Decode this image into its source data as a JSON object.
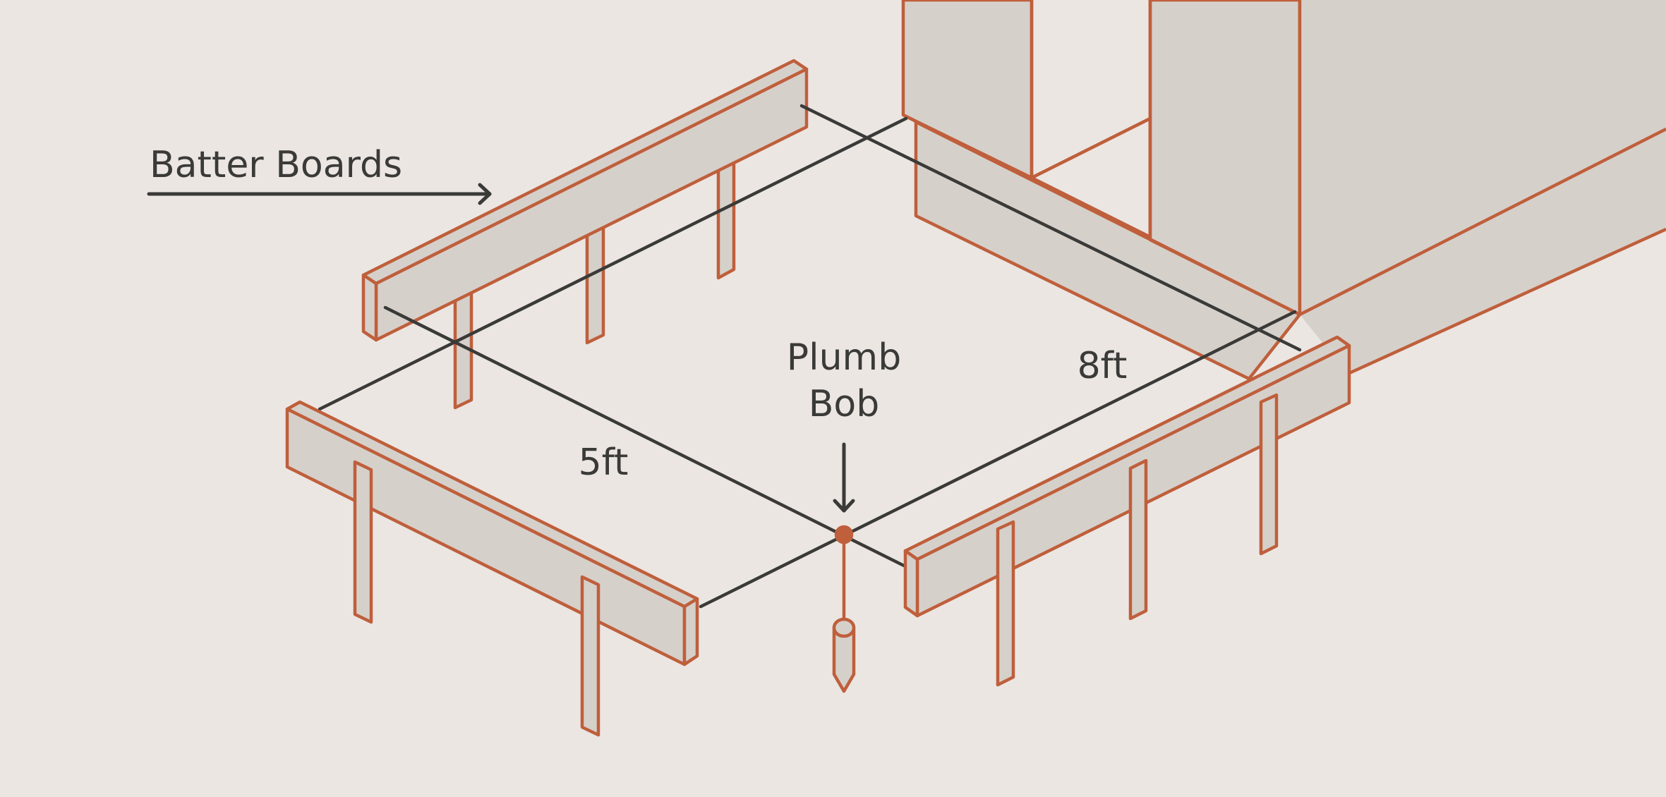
{
  "colors": {
    "background": "#ebe6e2",
    "wood_fill": "#d6d0ca",
    "wood_stroke": "#bf5f3c",
    "string_line": "#3a3a38",
    "text": "#3a3a38",
    "plumb_bob": "#bf5f3c"
  },
  "labels": {
    "batter_boards": "Batter Boards",
    "plumb": "Plumb",
    "bob": "Bob",
    "five_ft": "5ft",
    "eight_ft": "8ft"
  },
  "icons": {
    "batter_boards_arrow": "arrow-right-icon",
    "plumb_bob_arrow": "arrow-down-icon"
  }
}
